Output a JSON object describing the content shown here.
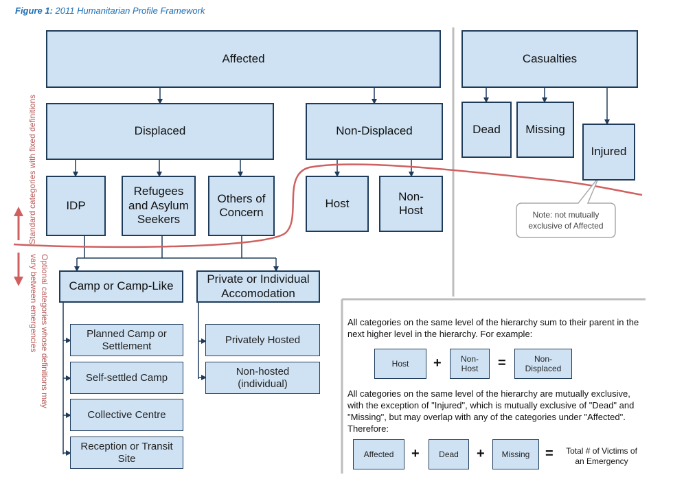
{
  "caption": {
    "figure_label": "Figure 1:",
    "title": "2011 Humanitarian Profile Framework"
  },
  "boxes": {
    "affected": "Affected",
    "casualties": "Casualties",
    "displaced": "Displaced",
    "non_displaced": "Non-Displaced",
    "dead": "Dead",
    "missing": "Missing",
    "injured": "Injured",
    "idp": "IDP",
    "refugees": "Refugees and Asylum Seekers",
    "others_of_concern": "Others of Concern",
    "host": "Host",
    "non_host": "Non-Host",
    "camp": "Camp or Camp-Like",
    "private": "Private or Individual Accomodation",
    "planned_camp": "Planned Camp or Settlement",
    "self_settled": "Self-settled Camp",
    "collective": "Collective Centre",
    "reception": "Reception or Transit Site",
    "privately_hosted": "Privately Hosted",
    "non_hosted": "Non-hosted (individual)"
  },
  "side_labels": {
    "standard": "Standard categories with fixed definitions",
    "optional_line1": "Optional categories whose definitions may",
    "optional_line2": "vary between emergencies"
  },
  "note": "Note: not mutually exclusive of Affected",
  "explanation": {
    "para1": "All categories on the same level of the hierarchy sum to their parent in the next higher level in the hierarchy.  For example:",
    "para2": "All categories on the same level of the hierarchy are mutually exclusive, with the exception of \"Injured\", which is mutually exclusive of \"Dead\" and \"Missing\", but may overlap with any of the categories under \"Affected\". Therefore:",
    "eq1": {
      "a": "Host",
      "b": "Non-Host",
      "c": "Non-Displaced",
      "plus": "+",
      "equals": "="
    },
    "eq2": {
      "a": "Affected",
      "b": "Dead",
      "c": "Missing",
      "result": "Total # of Victims of an Emergency",
      "plus": "+",
      "equals": "="
    }
  },
  "colors": {
    "box_fill": "#cfe2f3",
    "box_border": "#1f3b5a",
    "red_line": "#d06060",
    "caption": "#1f6fb4"
  }
}
